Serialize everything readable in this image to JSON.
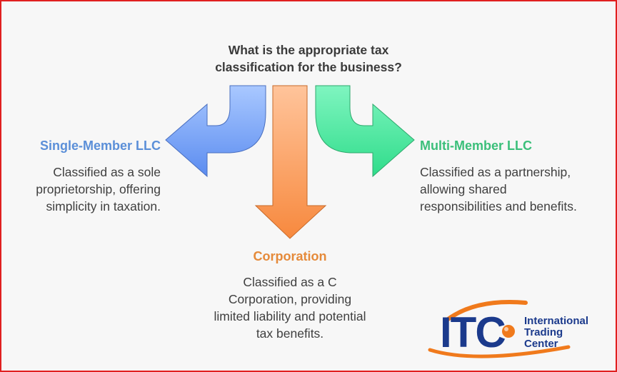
{
  "question": {
    "line1": "What is the appropriate tax",
    "line2": "classification for the business?"
  },
  "options": {
    "single": {
      "title": "Single-Member LLC",
      "desc": [
        "Classified as a sole",
        "proprietorship, offering",
        "simplicity in taxation."
      ],
      "color": "#5b8fd8",
      "arrow_color": "#6b9ff5"
    },
    "corporation": {
      "title": "Corporation",
      "desc": [
        "Classified as a C",
        "Corporation, providing",
        "limited liability and potential",
        "tax benefits."
      ],
      "color": "#e58a3a",
      "arrow_color": "#f99d5a"
    },
    "multi": {
      "title": "Multi-Member LLC",
      "desc": [
        "Classified as a partnership,",
        "allowing shared",
        "responsibilities and benefits."
      ],
      "color": "#3bbf7a",
      "arrow_color": "#4eea9e"
    }
  },
  "logo": {
    "letters": "ITC",
    "line1": "International",
    "line2": "Trading",
    "line3": "Center",
    "brand_blue": "#1b3a8c",
    "brand_orange": "#f07a1c"
  },
  "frame_color": "#e02020"
}
